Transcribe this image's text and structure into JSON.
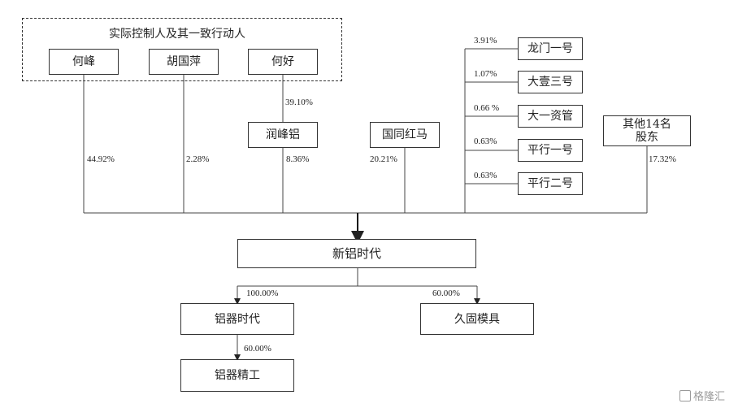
{
  "group": {
    "title": "实际控制人及其一致行动人"
  },
  "nodes": {
    "he_feng": "何峰",
    "hu_guoping": "胡国萍",
    "he_hao": "何好",
    "runfeng": "润峰铝",
    "guotong": "国同红马",
    "longmen": "龙门一号",
    "dayi_san": "大壹三号",
    "dayi_zi": "大一资管",
    "pingxing1": "平行一号",
    "pingxing2": "平行二号",
    "others": "其他14名\n股东",
    "xinlv": "新铝时代",
    "lvqi": "铝器时代",
    "jiugu": "久固模具",
    "lvqi_jinggong": "铝器精工"
  },
  "labels": {
    "he_feng_pct": "44.92%",
    "hu_guoping_pct": "2.28%",
    "he_hao_runfeng_pct": "39.10%",
    "runfeng_pct": "8.36%",
    "guotong_pct": "20.21%",
    "longmen_pct": "3.91%",
    "dayi_san_pct": "1.07%",
    "dayi_zi_pct": "0.66 %",
    "pingxing1_pct": "0.63%",
    "pingxing2_pct": "0.63%",
    "others_pct": "17.32%",
    "lvqi_pct": "100.00%",
    "jiugu_pct": "60.00%",
    "jinggong_pct": "60.00%"
  },
  "watermark": "格隆汇"
}
